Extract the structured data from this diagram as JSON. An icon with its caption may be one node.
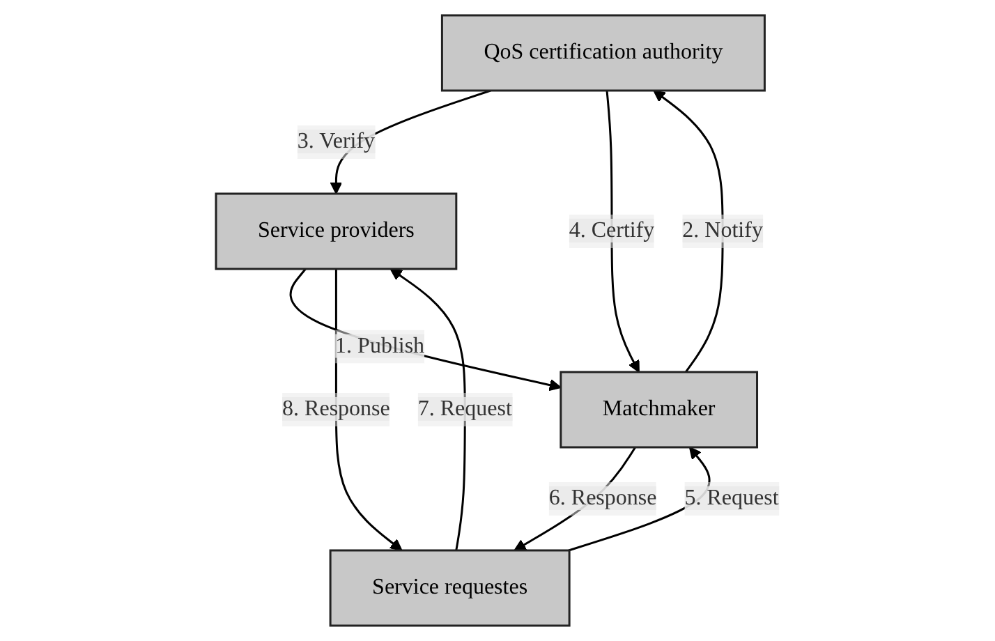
{
  "diagram": {
    "nodes": [
      {
        "text": [
          "QoS certification authority"
        ]
      },
      {
        "text": [
          "Service requestes"
        ]
      },
      {
        "text": [
          "Matchmaker"
        ]
      },
      {
        "text": [
          "Service providers"
        ]
      }
    ],
    "edges": [
      {
        "from": 3,
        "to": 2,
        "arrow": "to",
        "label": "1. Publish"
      },
      {
        "from": 2,
        "to": 0,
        "arrow": "to",
        "label": "2. Notify"
      },
      {
        "from": 0,
        "to": 3,
        "arrow": "to",
        "label": "3. Verify"
      },
      {
        "from": 0,
        "to": 2,
        "arrow": "to",
        "label": "4. Certify"
      },
      {
        "from": 1,
        "to": 2,
        "arrow": "to",
        "label": "5. Request"
      },
      {
        "from": 2,
        "to": 1,
        "arrow": "to",
        "label": "6. Response"
      },
      {
        "from": 1,
        "to": 3,
        "arrow": "to",
        "label": "7. Request"
      },
      {
        "from": 3,
        "to": 1,
        "arrow": "to",
        "label": "8. Response"
      }
    ]
  }
}
